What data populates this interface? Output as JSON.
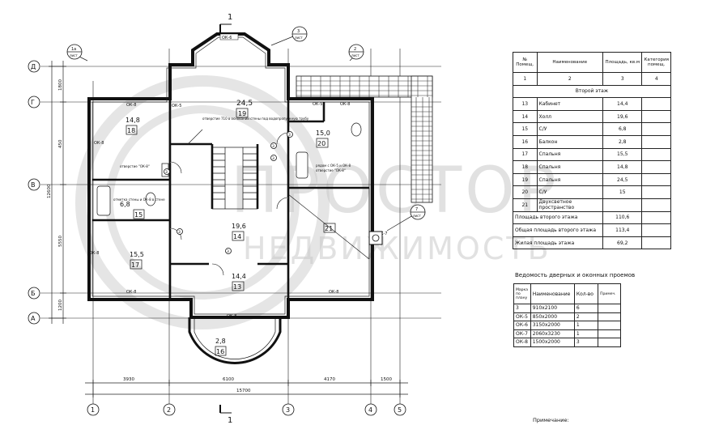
{
  "section_label": "1",
  "axes": {
    "horizontal": [
      "Д",
      "Г",
      "В",
      "Б",
      "А"
    ],
    "vertical": [
      "1",
      "2",
      "3",
      "4",
      "5"
    ]
  },
  "dimensions": {
    "bottom_segments": [
      "3930",
      "6100",
      "4170",
      "1500"
    ],
    "bottom_total": "15700",
    "left_segments": [
      "1800",
      "450",
      "5550",
      "1200"
    ],
    "left_total": "12600"
  },
  "callouts": [
    {
      "num": "1a",
      "sheet": "лист"
    },
    {
      "num": "3",
      "sheet": "лист"
    },
    {
      "num": "2",
      "sheet": "лист"
    },
    {
      "num": "7",
      "sheet": "лист"
    }
  ],
  "rooms": [
    {
      "area": "24,5",
      "num": "19"
    },
    {
      "area": "14,8",
      "num": "18"
    },
    {
      "area": "15,0",
      "num": "20"
    },
    {
      "area": "6,8",
      "num": "15"
    },
    {
      "area": "19,6",
      "num": "14"
    },
    {
      "area": "15,5",
      "num": "17"
    },
    {
      "area": "14,4",
      "num": "13"
    },
    {
      "area": "",
      "num": "21"
    },
    {
      "area": "2,8",
      "num": "16"
    }
  ],
  "windows": [
    "ОК-6",
    "ОК-8",
    "ОК-8",
    "ОК-5",
    "ОК-8",
    "ОК-5",
    "ОК-8",
    "ОК-7",
    "ОК-8",
    "ОК-8",
    "ОК-8"
  ],
  "door_marks": [
    "3",
    "3",
    "3",
    "3",
    "3",
    "3"
  ],
  "annotations": [
    "отверстие 710 в основании стены под водопропускную трубу",
    "отверстие \"ОК-8\"",
    "отметка стены и ОК-8 в стене",
    "рядом с ОК-5 и ОК-8",
    "отверстие \"ОК-8\""
  ],
  "watermark": {
    "line1": "ПРОСТОР",
    "line2": "НЕДВИЖИМОСТЬ"
  },
  "room_table": {
    "headers": [
      "№ Помещ.",
      "Наименование",
      "Площадь, кв.м",
      "Категория помещ."
    ],
    "index_row": [
      "1",
      "2",
      "3",
      "4"
    ],
    "section": "Второй этаж",
    "rows": [
      [
        "13",
        "Кабинет",
        "14,4",
        ""
      ],
      [
        "14",
        "Холл",
        "19,6",
        ""
      ],
      [
        "15",
        "С/У",
        "6,8",
        ""
      ],
      [
        "16",
        "Балкон",
        "2,8",
        ""
      ],
      [
        "17",
        "Спальня",
        "15,5",
        ""
      ],
      [
        "18",
        "Спальня",
        "14,8",
        ""
      ],
      [
        "19",
        "Спальня",
        "24,5",
        ""
      ],
      [
        "20",
        "С/У",
        "15",
        ""
      ],
      [
        "21",
        "Двухсветное пространство",
        "",
        ""
      ]
    ],
    "totals": [
      [
        "Площадь второго этажа",
        "110,6"
      ],
      [
        "Общая площадь второго этажа",
        "113,4"
      ],
      [
        "Жилая площадь этажа",
        "69,2"
      ]
    ]
  },
  "door_table": {
    "title": "Ведомость дверных и оконных проемов",
    "headers": [
      "Марка по плану",
      "Наименование",
      "Кол-во",
      "Примеч."
    ],
    "rows": [
      [
        "3",
        "910х2100",
        "6",
        ""
      ],
      [
        "ОК-5",
        "850х2000",
        "2",
        ""
      ],
      [
        "ОК-6",
        "3150х2000",
        "1",
        ""
      ],
      [
        "ОК-7",
        "2060х3230",
        "1",
        ""
      ],
      [
        "ОК-8",
        "1500х2000",
        "3",
        ""
      ]
    ]
  },
  "note": "Примечание:"
}
